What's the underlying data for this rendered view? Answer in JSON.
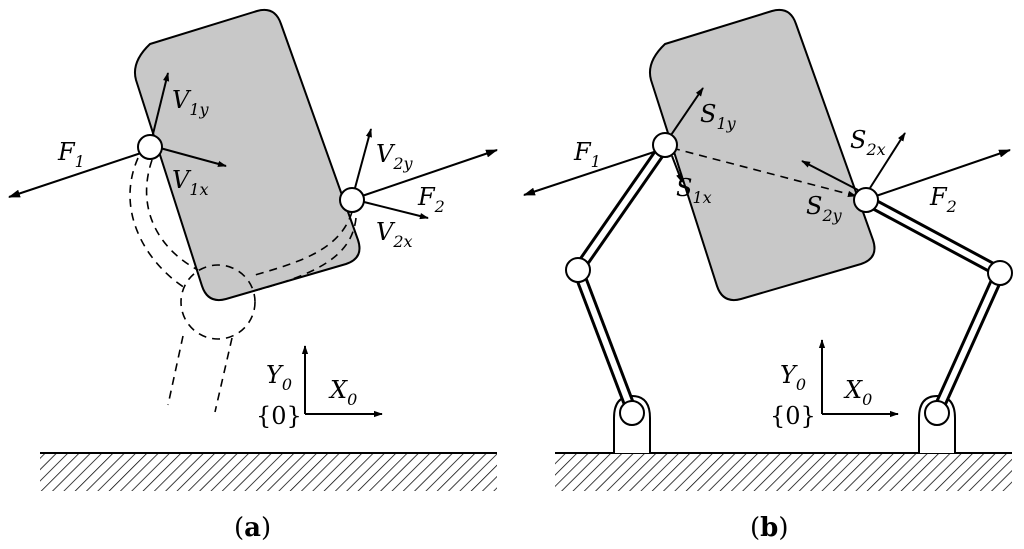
{
  "panel_a": {
    "caption": {
      "open": "(",
      "letter": "a",
      "close": ")"
    },
    "labels": {
      "f1": {
        "base": "F",
        "sub": "1"
      },
      "f2": {
        "base": "F",
        "sub": "2"
      },
      "v1y": {
        "base": "V",
        "sub": "1y"
      },
      "v1x": {
        "base": "V",
        "sub": "1x"
      },
      "v2y": {
        "base": "V",
        "sub": "2y"
      },
      "v2x": {
        "base": "V",
        "sub": "2x"
      }
    },
    "frame": {
      "y": {
        "base": "Y",
        "sub": "0"
      },
      "x": {
        "base": "X",
        "sub": "0"
      },
      "name": "{0}"
    }
  },
  "panel_b": {
    "caption": {
      "open": "(",
      "letter": "b",
      "close": ")"
    },
    "labels": {
      "f1": {
        "base": "F",
        "sub": "1"
      },
      "f2": {
        "base": "F",
        "sub": "2"
      },
      "s1y": {
        "base": "S",
        "sub": "1y"
      },
      "s1x": {
        "base": "S",
        "sub": "1x"
      },
      "s2x": {
        "base": "S",
        "sub": "2x"
      },
      "s2y": {
        "base": "S",
        "sub": "2y"
      }
    },
    "frame": {
      "y": {
        "base": "Y",
        "sub": "0"
      },
      "x": {
        "base": "X",
        "sub": "0"
      },
      "name": "{0}"
    }
  },
  "colors": {
    "body_fill": "#c8c8c8",
    "stroke": "#000000",
    "joint_fill": "#ffffff"
  }
}
